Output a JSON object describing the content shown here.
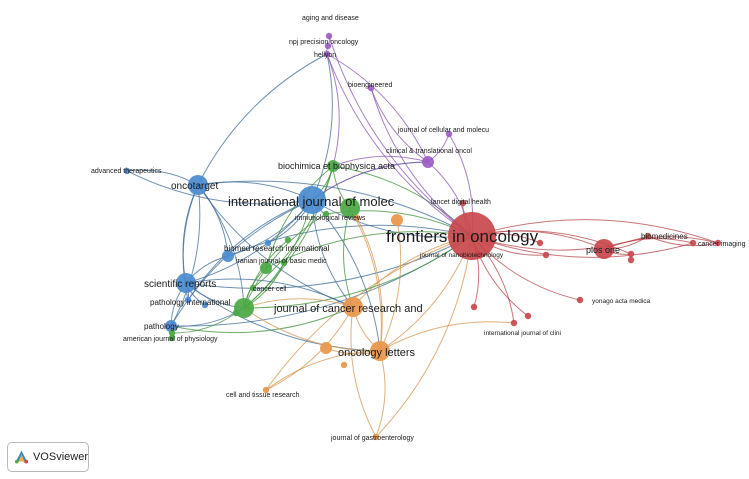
{
  "colors": {
    "red": "#c8484c",
    "blue": "#4a8bcf",
    "green": "#4aa843",
    "orange": "#e8964a",
    "purple": "#9a5cc4",
    "edge_blue": "#3f6d98",
    "edge_red": "#b9474b",
    "edge_green": "#3f8f3a",
    "edge_orange": "#d49552",
    "edge_purple": "#8a55b3"
  },
  "logo": {
    "text": "VOSviewer",
    "icon": "vosviewer-logo-icon"
  },
  "nodes": [
    {
      "id": "frontiers",
      "label": "frontiers in oncology",
      "c": "red",
      "size": "xl"
    },
    {
      "id": "plosone",
      "label": "plos one",
      "c": "red",
      "size": "m"
    },
    {
      "id": "biomedicines",
      "label": "biomedicines",
      "c": "red",
      "size": "xs"
    },
    {
      "id": "cancerimaging",
      "label": "cancer imaging",
      "c": "red",
      "size": "xs"
    },
    {
      "id": "jnanobio",
      "label": "journal of nanobiotechnology",
      "c": "red",
      "size": "xs"
    },
    {
      "id": "yonago",
      "label": "yonago acta medica",
      "c": "red",
      "size": "xs"
    },
    {
      "id": "ijclini",
      "label": "international journal of clini",
      "c": "red",
      "size": "xs"
    },
    {
      "id": "lancetdh",
      "label": "lancet digital health",
      "c": "red",
      "size": "xs"
    },
    {
      "id": "r1",
      "label": "",
      "c": "red",
      "size": "xs"
    },
    {
      "id": "r2",
      "label": "",
      "c": "red",
      "size": "xs"
    },
    {
      "id": "r3",
      "label": "",
      "c": "red",
      "size": "xs"
    },
    {
      "id": "r4",
      "label": "",
      "c": "red",
      "size": "xs"
    },
    {
      "id": "r5",
      "label": "",
      "c": "red",
      "size": "xs"
    },
    {
      "id": "r6",
      "label": "",
      "c": "red",
      "size": "xs"
    },
    {
      "id": "r7",
      "label": "",
      "c": "red",
      "size": "xs"
    },
    {
      "id": "ijmolec",
      "label": "international journal of molec",
      "c": "blue",
      "size": "l"
    },
    {
      "id": "oncotarget",
      "label": "oncotarget",
      "c": "blue",
      "size": "m"
    },
    {
      "id": "scireports",
      "label": "scientific reports",
      "c": "blue",
      "size": "m"
    },
    {
      "id": "advther",
      "label": "advanced therapeutics",
      "c": "blue",
      "size": "xs"
    },
    {
      "id": "biomedri",
      "label": "biomed research international",
      "c": "blue",
      "size": "s"
    },
    {
      "id": "pathint",
      "label": "pathology international",
      "c": "blue",
      "size": "xs"
    },
    {
      "id": "pathology",
      "label": "pathology",
      "c": "blue",
      "size": "s"
    },
    {
      "id": "b1",
      "label": "",
      "c": "blue",
      "size": "xs"
    },
    {
      "id": "b2",
      "label": "",
      "c": "blue",
      "size": "xs"
    },
    {
      "id": "bba",
      "label": "biochimica et biophysica acta",
      "c": "green",
      "size": "s"
    },
    {
      "id": "immrev",
      "label": "immunological reviews",
      "c": "green",
      "size": "xs"
    },
    {
      "id": "iranian",
      "label": "iranian journal of basic medic",
      "c": "green",
      "size": "s"
    },
    {
      "id": "cancercell",
      "label": "cancer cell",
      "c": "green",
      "size": "xs"
    },
    {
      "id": "green_big",
      "label": "",
      "c": "green",
      "size": "m"
    },
    {
      "id": "green_mid",
      "label": "",
      "c": "green",
      "size": "m"
    },
    {
      "id": "ajphys",
      "label": "american journal of physiology",
      "c": "green",
      "size": "xs"
    },
    {
      "id": "g1",
      "label": "",
      "c": "green",
      "size": "xs"
    },
    {
      "id": "g2",
      "label": "",
      "c": "green",
      "size": "xs"
    },
    {
      "id": "g3",
      "label": "",
      "c": "green",
      "size": "xs"
    },
    {
      "id": "g4",
      "label": "",
      "c": "green",
      "size": "xs"
    },
    {
      "id": "jcancer",
      "label": "journal of cancer research and",
      "c": "orange",
      "size": "m"
    },
    {
      "id": "onclett",
      "label": "oncology letters",
      "c": "orange",
      "size": "m"
    },
    {
      "id": "celltissue",
      "label": "cell and tissue research",
      "c": "orange",
      "size": "xs"
    },
    {
      "id": "jgastro",
      "label": "journal of gastroenterology",
      "c": "orange",
      "size": "xs"
    },
    {
      "id": "o1",
      "label": "",
      "c": "orange",
      "size": "s"
    },
    {
      "id": "o2",
      "label": "",
      "c": "orange",
      "size": "s"
    },
    {
      "id": "o3",
      "label": "",
      "c": "orange",
      "size": "xs"
    },
    {
      "id": "o4",
      "label": "",
      "c": "orange",
      "size": "xs"
    },
    {
      "id": "aging",
      "label": "aging and disease",
      "c": "purple",
      "size": "xs"
    },
    {
      "id": "npj",
      "label": "npj precision oncology",
      "c": "purple",
      "size": "xs"
    },
    {
      "id": "heliyon",
      "label": "heliyon",
      "c": "purple",
      "size": "xs"
    },
    {
      "id": "bioeng",
      "label": "bioengineered",
      "c": "purple",
      "size": "xs"
    },
    {
      "id": "jcellmol",
      "label": "journal of cellular and molecu",
      "c": "purple",
      "size": "xs"
    },
    {
      "id": "clintrans",
      "label": "clinical & translational oncol",
      "c": "purple",
      "size": "s"
    }
  ],
  "edges": [
    [
      "frontiers",
      "plosone",
      "red"
    ],
    [
      "frontiers",
      "biomedicines",
      "red"
    ],
    [
      "frontiers",
      "cancerimaging",
      "red"
    ],
    [
      "frontiers",
      "jnanobio",
      "red"
    ],
    [
      "frontiers",
      "ijclini",
      "red"
    ],
    [
      "frontiers",
      "yonago",
      "red"
    ],
    [
      "frontiers",
      "r1",
      "red"
    ],
    [
      "frontiers",
      "r2",
      "red"
    ],
    [
      "frontiers",
      "r3",
      "red"
    ],
    [
      "frontiers",
      "r4",
      "red"
    ],
    [
      "frontiers",
      "r5",
      "red"
    ],
    [
      "frontiers",
      "r6",
      "red"
    ],
    [
      "frontiers",
      "lancetdh",
      "red"
    ],
    [
      "plosone",
      "biomedicines",
      "red"
    ],
    [
      "plosone",
      "cancerimaging",
      "red"
    ],
    [
      "plosone",
      "r3",
      "red"
    ],
    [
      "plosone",
      "r4",
      "red"
    ],
    [
      "biomedicines",
      "cancerimaging",
      "red"
    ],
    [
      "frontiers",
      "ijmolec",
      "blue"
    ],
    [
      "frontiers",
      "oncotarget",
      "blue"
    ],
    [
      "frontiers",
      "scireports",
      "blue"
    ],
    [
      "frontiers",
      "biomedri",
      "blue"
    ],
    [
      "frontiers",
      "pathology",
      "blue"
    ],
    [
      "frontiers",
      "jcancer",
      "orange"
    ],
    [
      "frontiers",
      "onclett",
      "orange"
    ],
    [
      "frontiers",
      "celltissue",
      "orange"
    ],
    [
      "frontiers",
      "jgastro",
      "orange"
    ],
    [
      "frontiers",
      "bba",
      "green"
    ],
    [
      "frontiers",
      "green_big",
      "green"
    ],
    [
      "frontiers",
      "iranian",
      "green"
    ],
    [
      "frontiers",
      "heliyon",
      "purple"
    ],
    [
      "frontiers",
      "clintrans",
      "purple"
    ],
    [
      "frontiers",
      "bioeng",
      "purple"
    ],
    [
      "frontiers",
      "jcellmol",
      "purple"
    ],
    [
      "frontiers",
      "aging",
      "purple"
    ],
    [
      "ijmolec",
      "oncotarget",
      "blue"
    ],
    [
      "ijmolec",
      "scireports",
      "blue"
    ],
    [
      "ijmolec",
      "pathology",
      "blue"
    ],
    [
      "ijmolec",
      "biomedri",
      "blue"
    ],
    [
      "ijmolec",
      "pathint",
      "blue"
    ],
    [
      "ijmolec",
      "advther",
      "blue"
    ],
    [
      "ijmolec",
      "heliyon",
      "blue"
    ],
    [
      "ijmolec",
      "clintrans",
      "blue"
    ],
    [
      "ijmolec",
      "jcancer",
      "blue"
    ],
    [
      "ijmolec",
      "onclett",
      "blue"
    ],
    [
      "ijmolec",
      "bba",
      "green"
    ],
    [
      "ijmolec",
      "green_big",
      "green"
    ],
    [
      "oncotarget",
      "scireports",
      "blue"
    ],
    [
      "oncotarget",
      "pathology",
      "blue"
    ],
    [
      "oncotarget",
      "advther",
      "blue"
    ],
    [
      "oncotarget",
      "heliyon",
      "blue"
    ],
    [
      "oncotarget",
      "pathint",
      "blue"
    ],
    [
      "oncotarget",
      "biomedri",
      "blue"
    ],
    [
      "oncotarget",
      "jcancer",
      "blue"
    ],
    [
      "oncotarget",
      "green_big",
      "blue"
    ],
    [
      "scireports",
      "pathology",
      "blue"
    ],
    [
      "scireports",
      "pathint",
      "blue"
    ],
    [
      "scireports",
      "green_big",
      "blue"
    ],
    [
      "scireports",
      "jcancer",
      "blue"
    ],
    [
      "scireports",
      "onclett",
      "blue"
    ],
    [
      "scireports",
      "biomedri",
      "blue"
    ],
    [
      "pathology",
      "green_big",
      "blue"
    ],
    [
      "pathology",
      "ajphys",
      "green"
    ],
    [
      "pathology",
      "jcancer",
      "green"
    ],
    [
      "bba",
      "green_big",
      "green"
    ],
    [
      "bba",
      "iranian",
      "green"
    ],
    [
      "bba",
      "clintrans",
      "purple"
    ],
    [
      "bba",
      "heliyon",
      "purple"
    ],
    [
      "bba",
      "cancercell",
      "green"
    ],
    [
      "bba",
      "green_mid",
      "green"
    ],
    [
      "green_big",
      "jcancer",
      "orange"
    ],
    [
      "green_big",
      "onclett",
      "orange"
    ],
    [
      "green_big",
      "iranian",
      "green"
    ],
    [
      "green_mid",
      "jcancer",
      "green"
    ],
    [
      "green_mid",
      "onclett",
      "orange"
    ],
    [
      "jcancer",
      "onclett",
      "orange"
    ],
    [
      "jcancer",
      "celltissue",
      "orange"
    ],
    [
      "jcancer",
      "jgastro",
      "orange"
    ],
    [
      "onclett",
      "jgastro",
      "orange"
    ],
    [
      "onclett",
      "celltissue",
      "orange"
    ],
    [
      "onclett",
      "o1",
      "orange"
    ],
    [
      "onclett",
      "o2",
      "orange"
    ],
    [
      "onclett",
      "ijclini",
      "orange"
    ],
    [
      "onclett",
      "o3",
      "orange"
    ],
    [
      "heliyon",
      "npj",
      "purple"
    ],
    [
      "npj",
      "aging",
      "purple"
    ],
    [
      "heliyon",
      "clintrans",
      "purple"
    ],
    [
      "clintrans",
      "jcellmol",
      "purple"
    ],
    [
      "clintrans",
      "bioeng",
      "purple"
    ],
    [
      "clintrans",
      "ijmolec",
      "purple"
    ],
    [
      "immrev",
      "frontiers",
      "green"
    ],
    [
      "immrev",
      "green_big",
      "green"
    ],
    [
      "g1",
      "g2",
      "green"
    ],
    [
      "g3",
      "green_big",
      "green"
    ],
    [
      "g4",
      "green_big",
      "green"
    ],
    [
      "b1",
      "ijmolec",
      "blue"
    ],
    [
      "b2",
      "scireports",
      "blue"
    ]
  ]
}
